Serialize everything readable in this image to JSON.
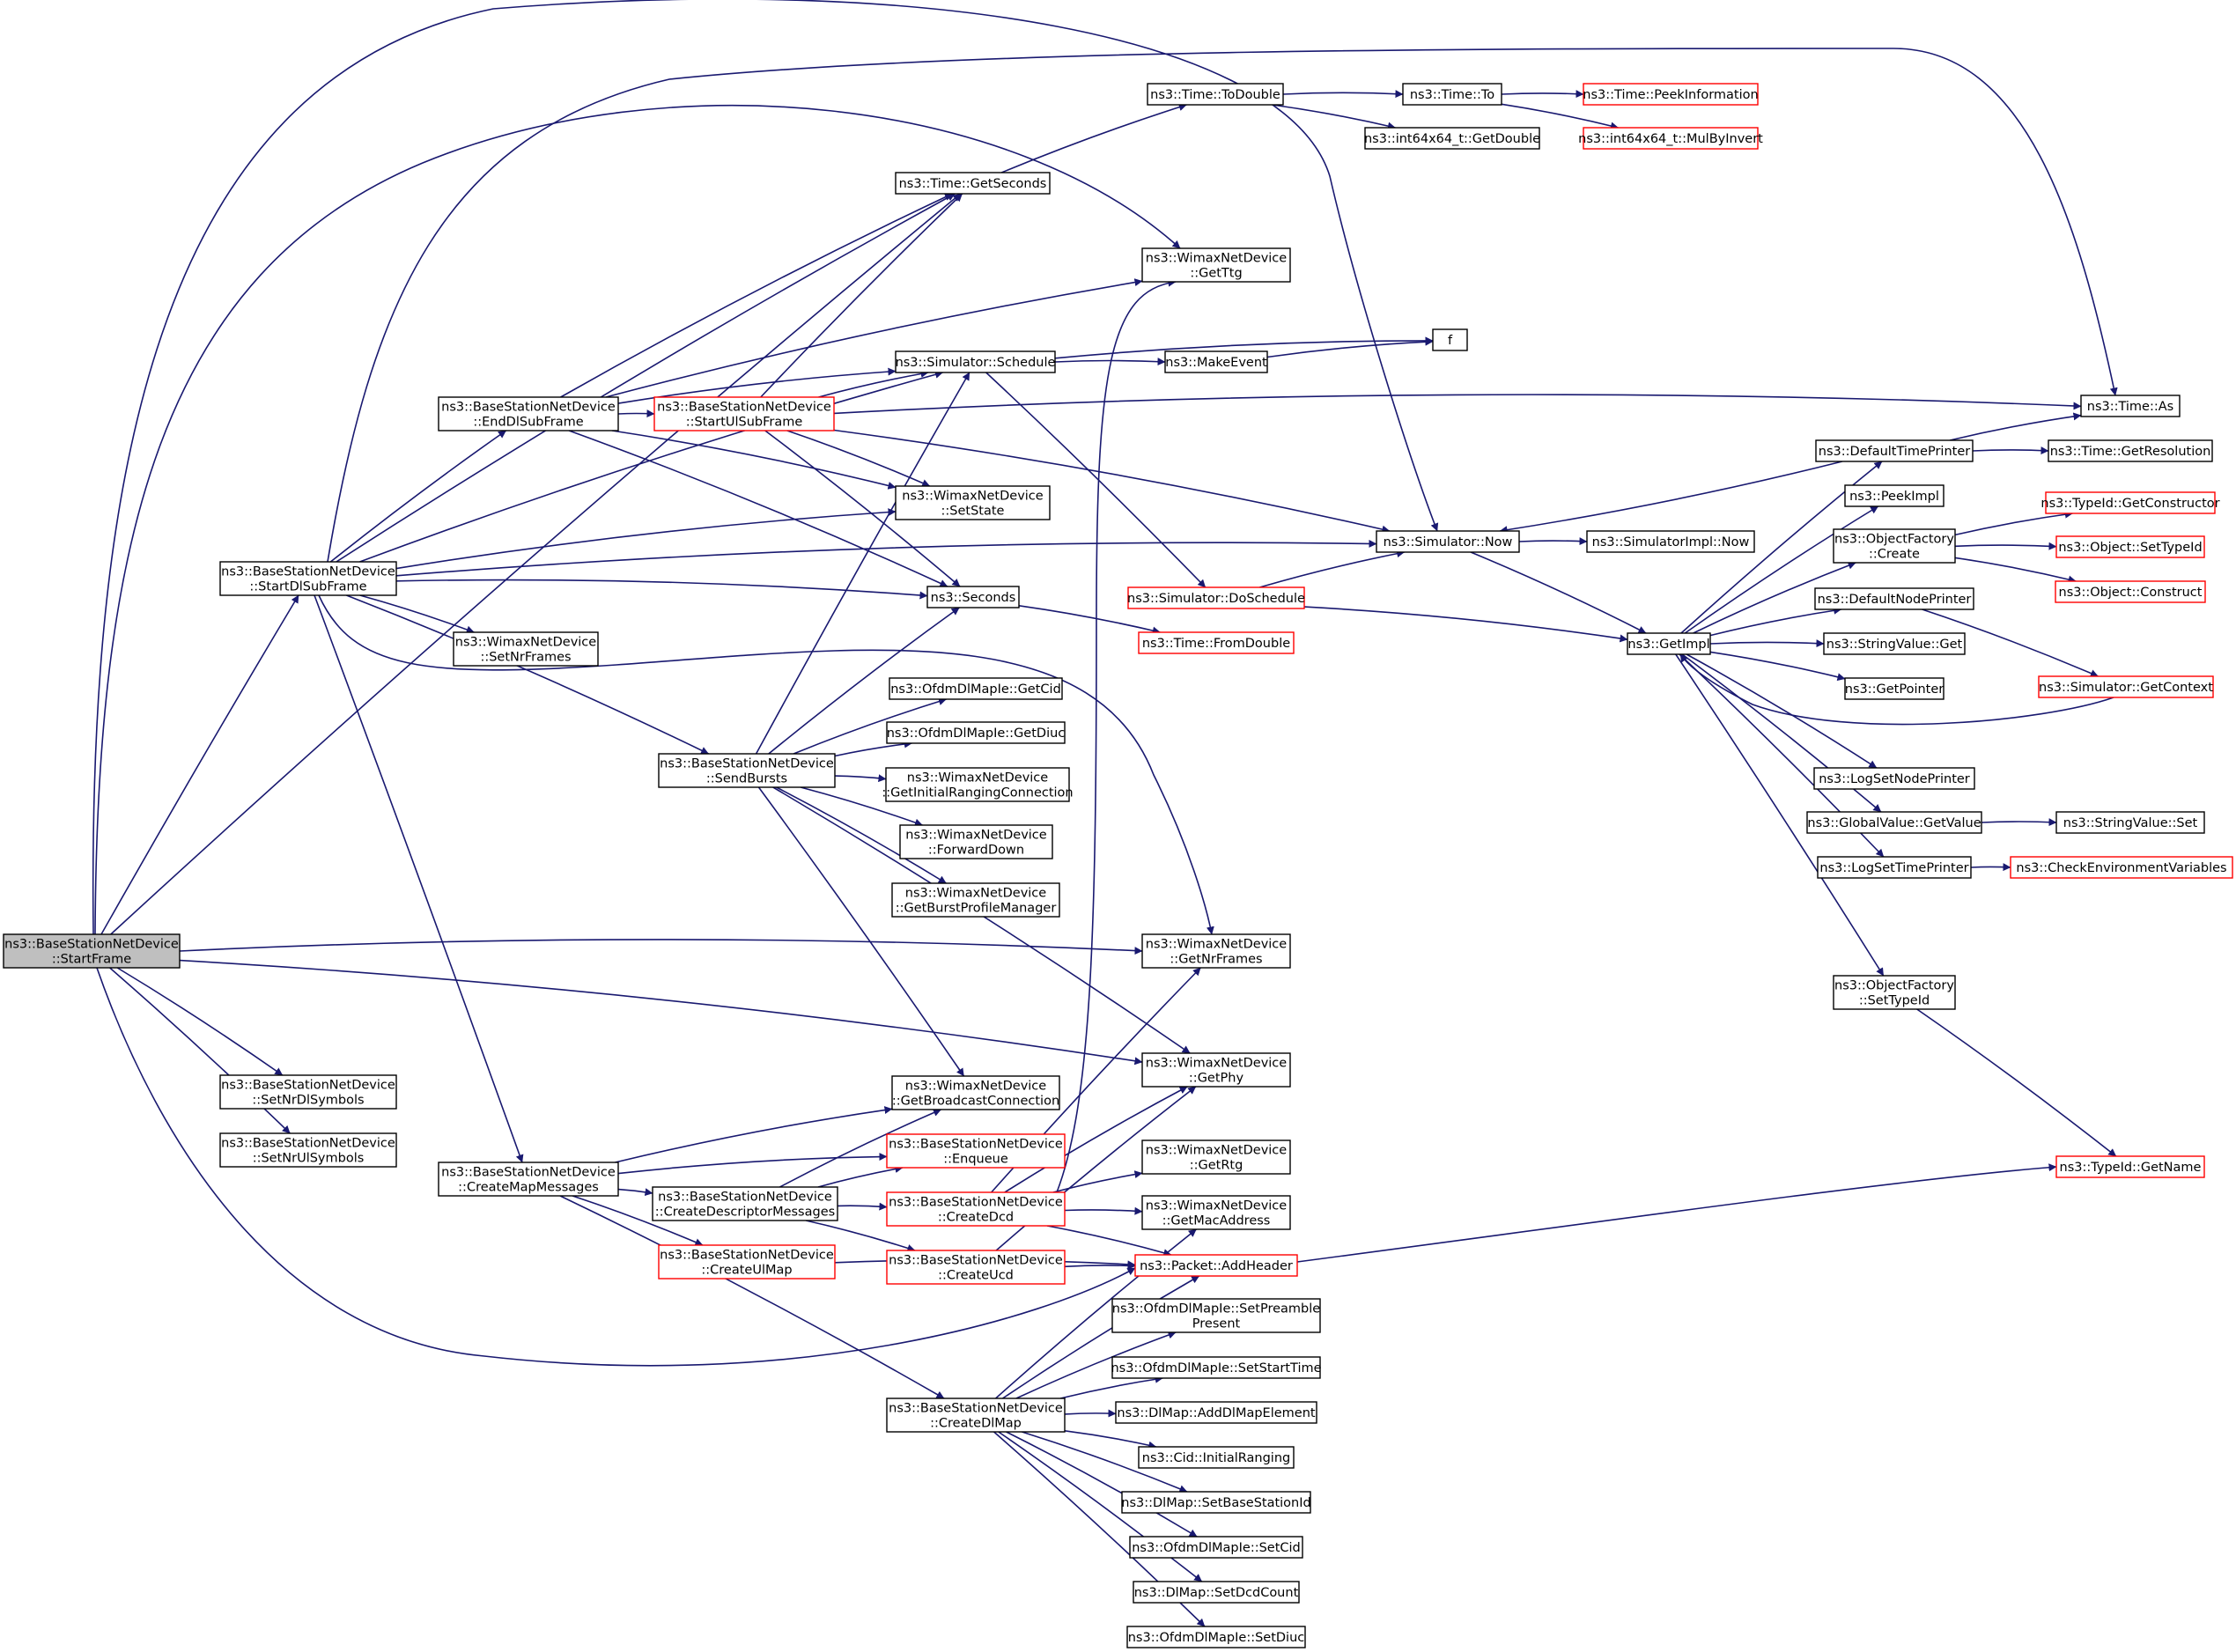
{
  "nodes": [
    {
      "id": "startframe",
      "lines": [
        "ns3::BaseStationNetDevice",
        "::StartFrame"
      ],
      "style": "root"
    },
    {
      "id": "startdlsubframe",
      "lines": [
        "ns3::BaseStationNetDevice",
        "::StartDlSubFrame"
      ],
      "style": "normal"
    },
    {
      "id": "setnrdlsymbols",
      "lines": [
        "ns3::BaseStationNetDevice",
        "::SetNrDlSymbols"
      ],
      "style": "normal"
    },
    {
      "id": "setnrulsymbols",
      "lines": [
        "ns3::BaseStationNetDevice",
        "::SetNrUlSymbols"
      ],
      "style": "normal"
    },
    {
      "id": "enddlsubframe",
      "lines": [
        "ns3::BaseStationNetDevice",
        "::EndDlSubFrame"
      ],
      "style": "normal"
    },
    {
      "id": "startulsubframe",
      "lines": [
        "ns3::BaseStationNetDevice",
        "::StartUlSubFrame"
      ],
      "style": "red"
    },
    {
      "id": "setnrframes",
      "lines": [
        "ns3::WimaxNetDevice",
        "::SetNrFrames"
      ],
      "style": "normal"
    },
    {
      "id": "sendbursts",
      "lines": [
        "ns3::BaseStationNetDevice",
        "::SendBursts"
      ],
      "style": "normal"
    },
    {
      "id": "createmapmessages",
      "lines": [
        "ns3::BaseStationNetDevice",
        "::CreateMapMessages"
      ],
      "style": "normal"
    },
    {
      "id": "createdescriptormessages",
      "lines": [
        "ns3::BaseStationNetDevice",
        "::CreateDescriptorMessages"
      ],
      "style": "normal"
    },
    {
      "id": "createulmap",
      "lines": [
        "ns3::BaseStationNetDevice",
        "::CreateUlMap"
      ],
      "style": "red"
    },
    {
      "id": "getseconds",
      "lines": [
        "ns3::Time::GetSeconds"
      ],
      "style": "normal"
    },
    {
      "id": "schedule",
      "lines": [
        "ns3::Simulator::Schedule"
      ],
      "style": "normal"
    },
    {
      "id": "setstate",
      "lines": [
        "ns3::WimaxNetDevice",
        "::SetState"
      ],
      "style": "normal"
    },
    {
      "id": "seconds",
      "lines": [
        "ns3::Seconds"
      ],
      "style": "normal"
    },
    {
      "id": "getcid",
      "lines": [
        "ns3::OfdmDlMapIe::GetCid"
      ],
      "style": "normal"
    },
    {
      "id": "getdiuc",
      "lines": [
        "ns3::OfdmDlMapIe::GetDiuc"
      ],
      "style": "normal"
    },
    {
      "id": "getinitialranging",
      "lines": [
        "ns3::WimaxNetDevice",
        "::GetInitialRangingConnection"
      ],
      "style": "normal"
    },
    {
      "id": "forwarddown",
      "lines": [
        "ns3::WimaxNetDevice",
        "::ForwardDown"
      ],
      "style": "normal"
    },
    {
      "id": "getburstprofile",
      "lines": [
        "ns3::WimaxNetDevice",
        "::GetBurstProfileManager"
      ],
      "style": "normal"
    },
    {
      "id": "getbroadcast",
      "lines": [
        "ns3::WimaxNetDevice",
        "::GetBroadcastConnection"
      ],
      "style": "normal"
    },
    {
      "id": "enqueue",
      "lines": [
        "ns3::BaseStationNetDevice",
        "::Enqueue"
      ],
      "style": "red"
    },
    {
      "id": "createdcd",
      "lines": [
        "ns3::BaseStationNetDevice",
        "::CreateDcd"
      ],
      "style": "red"
    },
    {
      "id": "createucd",
      "lines": [
        "ns3::BaseStationNetDevice",
        "::CreateUcd"
      ],
      "style": "red"
    },
    {
      "id": "createdlmap",
      "lines": [
        "ns3::BaseStationNetDevice",
        "::CreateDlMap"
      ],
      "style": "normal"
    },
    {
      "id": "todouble",
      "lines": [
        "ns3::Time::ToDouble"
      ],
      "style": "normal"
    },
    {
      "id": "timeto",
      "lines": [
        "ns3::Time::To"
      ],
      "style": "normal"
    },
    {
      "id": "getdouble",
      "lines": [
        "ns3::int64x64_t::GetDouble"
      ],
      "style": "normal"
    },
    {
      "id": "peekinformation",
      "lines": [
        "ns3::Time::PeekInformation"
      ],
      "style": "red"
    },
    {
      "id": "mulbyinvert",
      "lines": [
        "ns3::int64x64_t::MulByInvert"
      ],
      "style": "red"
    },
    {
      "id": "getttg",
      "lines": [
        "ns3::WimaxNetDevice",
        "::GetTtg"
      ],
      "style": "normal"
    },
    {
      "id": "f",
      "lines": [
        "f"
      ],
      "style": "normal"
    },
    {
      "id": "makeevent",
      "lines": [
        "ns3::MakeEvent"
      ],
      "style": "normal"
    },
    {
      "id": "now",
      "lines": [
        "ns3::Simulator::Now"
      ],
      "style": "normal"
    },
    {
      "id": "doschedule",
      "lines": [
        "ns3::Simulator::DoSchedule"
      ],
      "style": "red"
    },
    {
      "id": "fromdouble",
      "lines": [
        "ns3::Time::FromDouble"
      ],
      "style": "red"
    },
    {
      "id": "getnrframes",
      "lines": [
        "ns3::WimaxNetDevice",
        "::GetNrFrames"
      ],
      "style": "normal"
    },
    {
      "id": "getphy",
      "lines": [
        "ns3::WimaxNetDevice",
        "::GetPhy"
      ],
      "style": "normal"
    },
    {
      "id": "getrtg",
      "lines": [
        "ns3::WimaxNetDevice",
        "::GetRtg"
      ],
      "style": "normal"
    },
    {
      "id": "getmacaddress",
      "lines": [
        "ns3::WimaxNetDevice",
        "::GetMacAddress"
      ],
      "style": "normal"
    },
    {
      "id": "addheader",
      "lines": [
        "ns3::Packet::AddHeader"
      ],
      "style": "red"
    },
    {
      "id": "setpreamble",
      "lines": [
        "ns3::OfdmDlMapIe::SetPreamble",
        "Present"
      ],
      "style": "normal"
    },
    {
      "id": "setstarttime",
      "lines": [
        "ns3::OfdmDlMapIe::SetStartTime"
      ],
      "style": "normal"
    },
    {
      "id": "adddlmapelement",
      "lines": [
        "ns3::DlMap::AddDlMapElement"
      ],
      "style": "normal"
    },
    {
      "id": "initialranging",
      "lines": [
        "ns3::Cid::InitialRanging"
      ],
      "style": "normal"
    },
    {
      "id": "setbasestationid",
      "lines": [
        "ns3::DlMap::SetBaseStationId"
      ],
      "style": "normal"
    },
    {
      "id": "setcid",
      "lines": [
        "ns3::OfdmDlMapIe::SetCid"
      ],
      "style": "normal"
    },
    {
      "id": "setdcdcount",
      "lines": [
        "ns3::DlMap::SetDcdCount"
      ],
      "style": "normal"
    },
    {
      "id": "setdiuc",
      "lines": [
        "ns3::OfdmDlMapIe::SetDiuc"
      ],
      "style": "normal"
    },
    {
      "id": "simimplnow",
      "lines": [
        "ns3::SimulatorImpl::Now"
      ],
      "style": "normal"
    },
    {
      "id": "getimpl",
      "lines": [
        "ns3::GetImpl"
      ],
      "style": "normal"
    },
    {
      "id": "timeas",
      "lines": [
        "ns3::Time::As"
      ],
      "style": "normal"
    },
    {
      "id": "defaulttimeprinter",
      "lines": [
        "ns3::DefaultTimePrinter"
      ],
      "style": "normal"
    },
    {
      "id": "getresolution",
      "lines": [
        "ns3::Time::GetResolution"
      ],
      "style": "normal"
    },
    {
      "id": "peekimpl",
      "lines": [
        "ns3::PeekImpl"
      ],
      "style": "normal"
    },
    {
      "id": "ofcreate",
      "lines": [
        "ns3::ObjectFactory",
        "::Create"
      ],
      "style": "normal"
    },
    {
      "id": "defaultnodeprinter",
      "lines": [
        "ns3::DefaultNodePrinter"
      ],
      "style": "normal"
    },
    {
      "id": "stringvalueget",
      "lines": [
        "ns3::StringValue::Get"
      ],
      "style": "normal"
    },
    {
      "id": "getpointer",
      "lines": [
        "ns3::GetPointer"
      ],
      "style": "normal"
    },
    {
      "id": "logsetnodeprinter",
      "lines": [
        "ns3::LogSetNodePrinter"
      ],
      "style": "normal"
    },
    {
      "id": "globalvaluegetvalue",
      "lines": [
        "ns3::GlobalValue::GetValue"
      ],
      "style": "normal"
    },
    {
      "id": "logsettimeprinter",
      "lines": [
        "ns3::LogSetTimePrinter"
      ],
      "style": "normal"
    },
    {
      "id": "ofsettypeid",
      "lines": [
        "ns3::ObjectFactory",
        "::SetTypeId"
      ],
      "style": "normal"
    },
    {
      "id": "getconstructor",
      "lines": [
        "ns3::TypeId::GetConstructor"
      ],
      "style": "red"
    },
    {
      "id": "objectsettypeid",
      "lines": [
        "ns3::Object::SetTypeId"
      ],
      "style": "red"
    },
    {
      "id": "objectconstruct",
      "lines": [
        "ns3::Object::Construct"
      ],
      "style": "red"
    },
    {
      "id": "getcontext",
      "lines": [
        "ns3::Simulator::GetContext"
      ],
      "style": "red"
    },
    {
      "id": "stringvalueset",
      "lines": [
        "ns3::StringValue::Set"
      ],
      "style": "normal"
    },
    {
      "id": "checkenv",
      "lines": [
        "ns3::CheckEnvironmentVariables"
      ],
      "style": "red"
    },
    {
      "id": "typeidgetname",
      "lines": [
        "ns3::TypeId::GetName"
      ],
      "style": "red"
    }
  ],
  "edges": [
    [
      "startframe",
      "startdlsubframe"
    ],
    [
      "startframe",
      "setnrdlsymbols"
    ],
    [
      "startframe",
      "setnrulsymbols"
    ],
    [
      "startframe",
      "getnrframes"
    ],
    [
      "startframe",
      "getphy"
    ],
    [
      "startframe",
      "getseconds"
    ],
    [
      "startframe",
      "getttg"
    ],
    [
      "startframe",
      "now"
    ],
    [
      "startframe",
      "addheader"
    ],
    [
      "startdlsubframe",
      "enddlsubframe"
    ],
    [
      "startdlsubframe",
      "getseconds"
    ],
    [
      "startdlsubframe",
      "schedule"
    ],
    [
      "startdlsubframe",
      "setstate"
    ],
    [
      "startdlsubframe",
      "now"
    ],
    [
      "startdlsubframe",
      "seconds"
    ],
    [
      "startdlsubframe",
      "setnrframes"
    ],
    [
      "startdlsubframe",
      "getnrframes"
    ],
    [
      "startdlsubframe",
      "sendbursts"
    ],
    [
      "startdlsubframe",
      "createmapmessages"
    ],
    [
      "startdlsubframe",
      "timeas"
    ],
    [
      "enddlsubframe",
      "startulsubframe"
    ],
    [
      "enddlsubframe",
      "getseconds"
    ],
    [
      "enddlsubframe",
      "getttg"
    ],
    [
      "enddlsubframe",
      "schedule"
    ],
    [
      "enddlsubframe",
      "setstate"
    ],
    [
      "enddlsubframe",
      "seconds"
    ],
    [
      "startulsubframe",
      "getseconds"
    ],
    [
      "startulsubframe",
      "schedule"
    ],
    [
      "startulsubframe",
      "setstate"
    ],
    [
      "startulsubframe",
      "seconds"
    ],
    [
      "startulsubframe",
      "now"
    ],
    [
      "startulsubframe",
      "timeas"
    ],
    [
      "sendbursts",
      "schedule"
    ],
    [
      "sendbursts",
      "seconds"
    ],
    [
      "sendbursts",
      "getcid"
    ],
    [
      "sendbursts",
      "getdiuc"
    ],
    [
      "sendbursts",
      "getinitialranging"
    ],
    [
      "sendbursts",
      "forwarddown"
    ],
    [
      "sendbursts",
      "getburstprofile"
    ],
    [
      "sendbursts",
      "getbroadcast"
    ],
    [
      "sendbursts",
      "getphy"
    ],
    [
      "createmapmessages",
      "getbroadcast"
    ],
    [
      "createmapmessages",
      "enqueue"
    ],
    [
      "createmapmessages",
      "createdescriptormessages"
    ],
    [
      "createmapmessages",
      "createulmap"
    ],
    [
      "createmapmessages",
      "createdlmap"
    ],
    [
      "createdescriptormessages",
      "getbroadcast"
    ],
    [
      "createdescriptormessages",
      "enqueue"
    ],
    [
      "createdescriptormessages",
      "createdcd"
    ],
    [
      "createdescriptormessages",
      "createucd"
    ],
    [
      "createulmap",
      "addheader"
    ],
    [
      "createdcd",
      "getttg"
    ],
    [
      "createdcd",
      "getnrframes"
    ],
    [
      "createdcd",
      "getphy"
    ],
    [
      "createdcd",
      "getrtg"
    ],
    [
      "createdcd",
      "getmacaddress"
    ],
    [
      "createdcd",
      "addheader"
    ],
    [
      "createucd",
      "getphy"
    ],
    [
      "createucd",
      "addheader"
    ],
    [
      "createdlmap",
      "getmacaddress"
    ],
    [
      "createdlmap",
      "addheader"
    ],
    [
      "createdlmap",
      "setpreamble"
    ],
    [
      "createdlmap",
      "setstarttime"
    ],
    [
      "createdlmap",
      "adddlmapelement"
    ],
    [
      "createdlmap",
      "initialranging"
    ],
    [
      "createdlmap",
      "setbasestationid"
    ],
    [
      "createdlmap",
      "setcid"
    ],
    [
      "createdlmap",
      "setdcdcount"
    ],
    [
      "createdlmap",
      "setdiuc"
    ],
    [
      "getseconds",
      "todouble"
    ],
    [
      "todouble",
      "timeto"
    ],
    [
      "todouble",
      "getdouble"
    ],
    [
      "timeto",
      "peekinformation"
    ],
    [
      "timeto",
      "mulbyinvert"
    ],
    [
      "schedule",
      "f"
    ],
    [
      "schedule",
      "makeevent"
    ],
    [
      "schedule",
      "doschedule"
    ],
    [
      "makeevent",
      "f"
    ],
    [
      "seconds",
      "fromdouble"
    ],
    [
      "doschedule",
      "now"
    ],
    [
      "doschedule",
      "getimpl"
    ],
    [
      "now",
      "simimplnow"
    ],
    [
      "now",
      "getimpl"
    ],
    [
      "defaulttimeprinter",
      "now"
    ],
    [
      "defaulttimeprinter",
      "timeas"
    ],
    [
      "defaulttimeprinter",
      "getresolution"
    ],
    [
      "getimpl",
      "defaulttimeprinter"
    ],
    [
      "getimpl",
      "peekimpl"
    ],
    [
      "getimpl",
      "ofcreate"
    ],
    [
      "getimpl",
      "defaultnodeprinter"
    ],
    [
      "getimpl",
      "stringvalueget"
    ],
    [
      "getimpl",
      "getpointer"
    ],
    [
      "getimpl",
      "logsetnodeprinter"
    ],
    [
      "getimpl",
      "globalvaluegetvalue"
    ],
    [
      "getimpl",
      "logsettimeprinter"
    ],
    [
      "getimpl",
      "ofsettypeid"
    ],
    [
      "ofcreate",
      "getconstructor"
    ],
    [
      "ofcreate",
      "objectsettypeid"
    ],
    [
      "ofcreate",
      "objectconstruct"
    ],
    [
      "defaultnodeprinter",
      "getcontext"
    ],
    [
      "getcontext",
      "getimpl"
    ],
    [
      "globalvaluegetvalue",
      "stringvalueset"
    ],
    [
      "logsettimeprinter",
      "checkenv"
    ],
    [
      "ofsettypeid",
      "typeidgetname"
    ],
    [
      "addheader",
      "typeidgetname"
    ]
  ]
}
